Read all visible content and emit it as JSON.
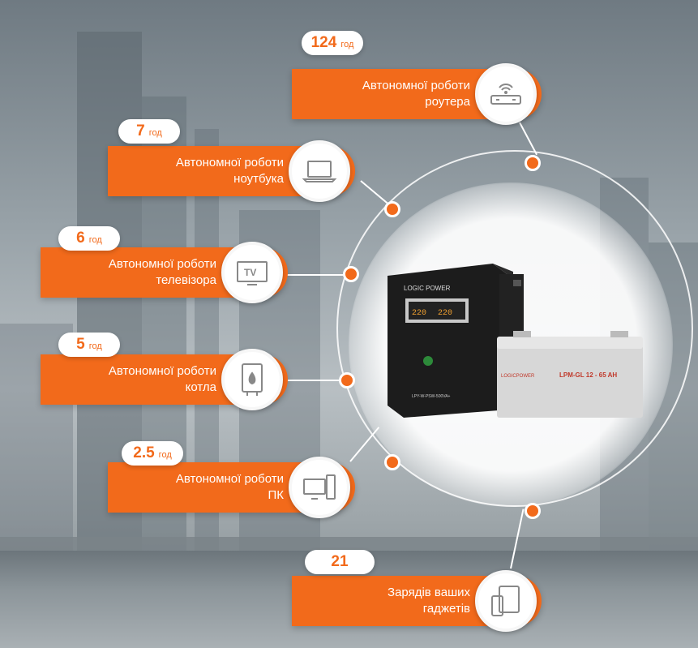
{
  "colors": {
    "accent": "#f26a1b",
    "white": "#ffffff"
  },
  "items": [
    {
      "value": "124",
      "unit": "год",
      "line1": "Автономної роботи",
      "line2": "роутера",
      "icon": "router-icon"
    },
    {
      "value": "7",
      "unit": "год",
      "line1": "Автономної роботи",
      "line2": "ноутбука",
      "icon": "laptop-icon"
    },
    {
      "value": "6",
      "unit": "год",
      "line1": "Автономної роботи",
      "line2": "телевізора",
      "icon": "tv-icon",
      "icon_text": "TV"
    },
    {
      "value": "5",
      "unit": "год",
      "line1": "Автономної роботи",
      "line2": "котла",
      "icon": "boiler-icon"
    },
    {
      "value": "2.5",
      "unit": "год",
      "line1": "Автономної роботи",
      "line2": "ПК",
      "icon": "desktop-pc-icon"
    },
    {
      "value": "21",
      "unit": "",
      "line1": "Зарядів ваших",
      "line2": "гаджетів",
      "icon": "gadgets-icon"
    }
  ],
  "product": {
    "inverter_brand": "LOGIC POWER",
    "inverter_model": "LPY-W-PSW-500VA+",
    "battery_brand": "LOGICPOWER",
    "battery_model": "LPM-GL 12 - 65 AH",
    "display_left": "220",
    "display_right": "220"
  }
}
